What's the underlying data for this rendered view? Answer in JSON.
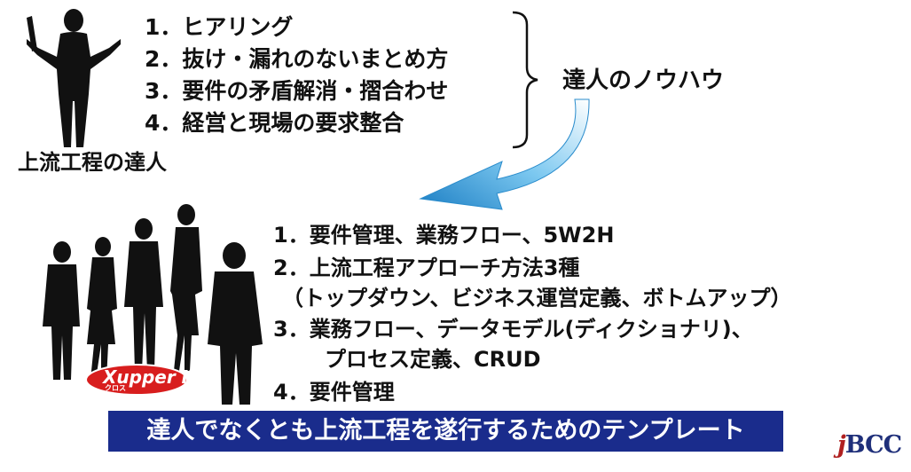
{
  "top_list": [
    "1．ヒアリング",
    "2．抜け・漏れのないまとめ方",
    "3．要件の矛盾解消・摺合わせ",
    "4．経営と現場の要求整合"
  ],
  "top_caption": "上流工程の達人",
  "bracket_label": "達人のノウハウ",
  "bottom_list": [
    "1．要件管理、業務フロー、5W2H",
    "2．上流工程アプローチ方法3種",
    "（トップダウン、ビジネス運営定義、ボトムアップ）",
    "3．業務フロー、データモデル(ディクショナリ)、",
    "プロセス定義、CRUD",
    "4．要件管理"
  ],
  "badge": {
    "text": "Xupper Ⅱ",
    "sub": "クロス",
    "mark": "®"
  },
  "banner": "達人でなくとも上流工程を遂行するためのテンプレート",
  "logo": {
    "j": "j",
    "rest": "BCC"
  },
  "colors": {
    "banner": "#1a2c8c",
    "arrow": "#3aa6e0",
    "badge": "#d81e1e"
  }
}
